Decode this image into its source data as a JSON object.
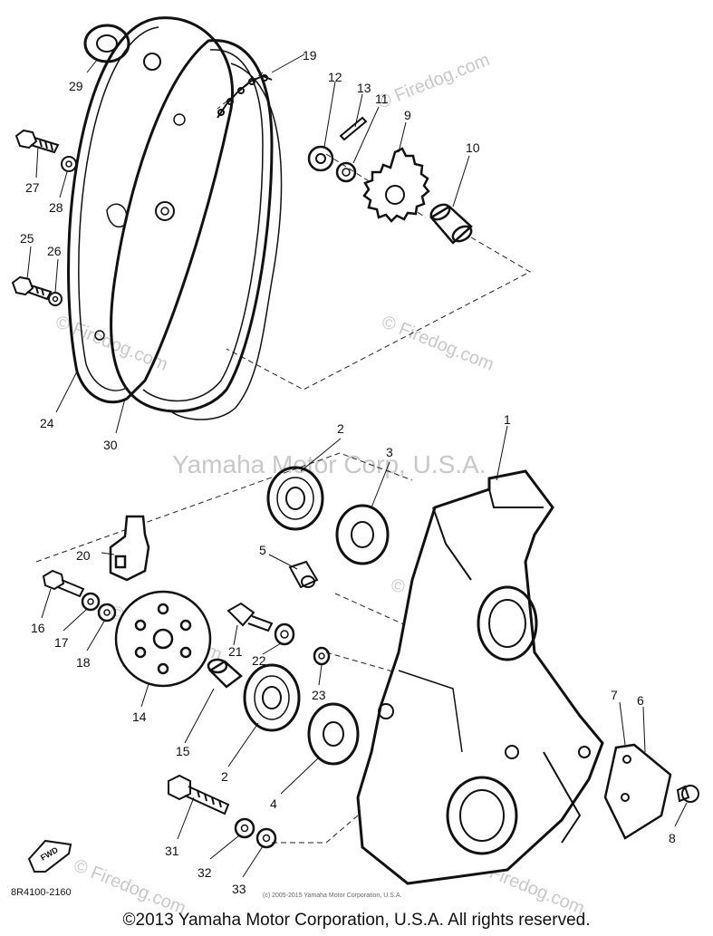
{
  "watermarks": {
    "main": "Yamaha Motor Corp, U.S.A.",
    "site": "© Firedog.com",
    "tiny": "(c) 2005-2015 Yamaha Motor Corporation, U.S.A."
  },
  "drawing_code": "8R4100-2160",
  "fwd_label": "FWD",
  "copyright": "©2013 Yamaha Motor Corporation, U.S.A. All rights reserved.",
  "callouts": {
    "n1": "1",
    "n2a": "2",
    "n2b": "2",
    "n3": "3",
    "n4": "4",
    "n5": "5",
    "n6": "6",
    "n7": "7",
    "n8": "8",
    "n9": "9",
    "n10": "10",
    "n11": "11",
    "n12": "12",
    "n13": "13",
    "n14": "14",
    "n15": "15",
    "n16": "16",
    "n17": "17",
    "n18": "18",
    "n19": "19",
    "n20": "20",
    "n21": "21",
    "n22": "22",
    "n23": "23",
    "n24": "24",
    "n25": "25",
    "n26": "26",
    "n27": "27",
    "n28": "28",
    "n29": "29",
    "n30": "30",
    "n31": "31",
    "n32": "32",
    "n33": "33"
  }
}
